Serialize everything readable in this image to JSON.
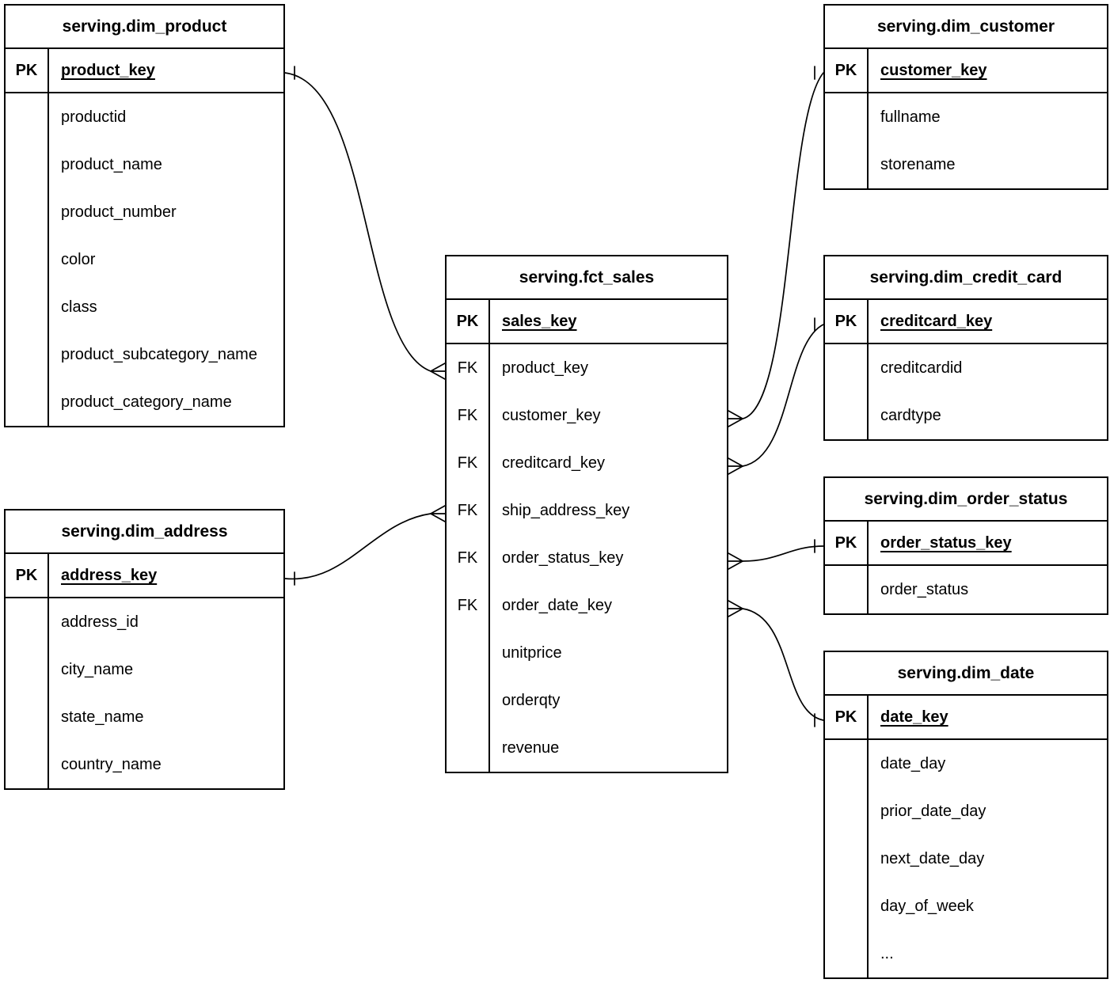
{
  "colors": {
    "line": "#000000",
    "background": "#ffffff",
    "text": "#000000"
  },
  "tables": {
    "dim_product": {
      "title": "serving.dim_product",
      "pk_label": "PK",
      "pk_field": "product_key",
      "fields": [
        {
          "key": "",
          "name": "productid"
        },
        {
          "key": "",
          "name": "product_name"
        },
        {
          "key": "",
          "name": "product_number"
        },
        {
          "key": "",
          "name": "color"
        },
        {
          "key": "",
          "name": "class"
        },
        {
          "key": "",
          "name": "product_subcategory_name"
        },
        {
          "key": "",
          "name": "product_category_name"
        }
      ]
    },
    "dim_customer": {
      "title": "serving.dim_customer",
      "pk_label": "PK",
      "pk_field": "customer_key",
      "fields": [
        {
          "key": "",
          "name": "fullname"
        },
        {
          "key": "",
          "name": "storename"
        }
      ]
    },
    "fct_sales": {
      "title": "serving.fct_sales",
      "pk_label": "PK",
      "pk_field": "sales_key",
      "fields": [
        {
          "key": "FK",
          "name": "product_key"
        },
        {
          "key": "FK",
          "name": "customer_key"
        },
        {
          "key": "FK",
          "name": "creditcard_key"
        },
        {
          "key": "FK",
          "name": "ship_address_key"
        },
        {
          "key": "FK",
          "name": "order_status_key"
        },
        {
          "key": "FK",
          "name": "order_date_key"
        },
        {
          "key": "",
          "name": "unitprice"
        },
        {
          "key": "",
          "name": "orderqty"
        },
        {
          "key": "",
          "name": "revenue"
        }
      ]
    },
    "dim_credit_card": {
      "title": "serving.dim_credit_card",
      "pk_label": "PK",
      "pk_field": "creditcard_key",
      "fields": [
        {
          "key": "",
          "name": "creditcardid"
        },
        {
          "key": "",
          "name": "cardtype"
        }
      ]
    },
    "dim_order_status": {
      "title": "serving.dim_order_status",
      "pk_label": "PK",
      "pk_field": "order_status_key",
      "fields": [
        {
          "key": "",
          "name": "order_status"
        }
      ]
    },
    "dim_date": {
      "title": "serving.dim_date",
      "pk_label": "PK",
      "pk_field": "date_key",
      "fields": [
        {
          "key": "",
          "name": "date_day"
        },
        {
          "key": "",
          "name": "prior_date_day"
        },
        {
          "key": "",
          "name": "next_date_day"
        },
        {
          "key": "",
          "name": "day_of_week"
        },
        {
          "key": "",
          "name": "..."
        }
      ]
    },
    "dim_address": {
      "title": "serving.dim_address",
      "pk_label": "PK",
      "pk_field": "address_key",
      "fields": [
        {
          "key": "",
          "name": "address_id"
        },
        {
          "key": "",
          "name": "city_name"
        },
        {
          "key": "",
          "name": "state_name"
        },
        {
          "key": "",
          "name": "country_name"
        }
      ]
    }
  },
  "relationships": [
    {
      "from_table": "serving.fct_sales",
      "from_field": "product_key",
      "to_table": "serving.dim_product",
      "to_field": "product_key",
      "cardinality": "many-to-one"
    },
    {
      "from_table": "serving.fct_sales",
      "from_field": "customer_key",
      "to_table": "serving.dim_customer",
      "to_field": "customer_key",
      "cardinality": "many-to-one"
    },
    {
      "from_table": "serving.fct_sales",
      "from_field": "creditcard_key",
      "to_table": "serving.dim_credit_card",
      "to_field": "creditcard_key",
      "cardinality": "many-to-one"
    },
    {
      "from_table": "serving.fct_sales",
      "from_field": "ship_address_key",
      "to_table": "serving.dim_address",
      "to_field": "address_key",
      "cardinality": "many-to-one"
    },
    {
      "from_table": "serving.fct_sales",
      "from_field": "order_status_key",
      "to_table": "serving.dim_order_status",
      "to_field": "order_status_key",
      "cardinality": "many-to-one"
    },
    {
      "from_table": "serving.fct_sales",
      "from_field": "order_date_key",
      "to_table": "serving.dim_date",
      "to_field": "date_key",
      "cardinality": "many-to-one"
    }
  ]
}
